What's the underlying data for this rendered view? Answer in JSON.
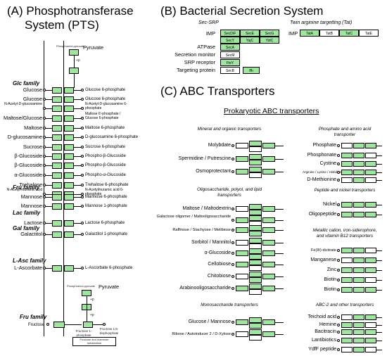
{
  "panelA": {
    "title_line1": "(A) Phosphotransferase",
    "title_line2": "System (PTS)",
    "pyruvate": "Pyruvate",
    "pep_small": "Phosphoenol-pyruvate",
    "pep2": "Phosphoenol-pyruvate",
    "pyruvate2": "Pyruvate",
    "p": "+p",
    "fam_glc": "Glc family",
    "fam_fru": "Fru family",
    "fam_lac": "Lac family",
    "fam_gal": "Gal family",
    "fam_lasc": "L-Asc family",
    "fam_fru2": "Fru family",
    "rows": [
      {
        "left": "Glucose",
        "right": "Glucose 6-phosphate"
      },
      {
        "left": "Glucose",
        "right": "Glucose 6-phosphate"
      },
      {
        "left": "N-Acetyl-D-glucosamine",
        "right": "N-Acetyl-D-glucosamine 6-phosphate"
      },
      {
        "left": "Maltose/Glucose",
        "right": "Maltose 6'-phosphate / Glucose 6-phosphate"
      },
      {
        "left": "Maltose",
        "right": "Maltose 6-phosphate"
      },
      {
        "left": "D-glucosamine",
        "right": "D-glucosamine 6-phosphate"
      },
      {
        "left": "Sucrose",
        "right": "Sucrose 6-phosphate"
      },
      {
        "left": "β-Glucoside",
        "right": "Phospho-β-Glucoside"
      },
      {
        "left": "β-Glucoside",
        "right": "Phospho-β-Glucoside"
      },
      {
        "left": "α-Glucoside",
        "right": "Phospho-α-Glucoside"
      },
      {
        "left": "Trehalose",
        "right": "Trehalose 6-phosphate"
      },
      {
        "left": "N-Acetyl-muramic acid",
        "right": "N-Acetylmuramic acid 6-phosphate"
      },
      {
        "left": "Mannose",
        "right": "Mannose 6-phosphate"
      },
      {
        "left": "Mannose",
        "right": "Mannose 1-phosphate"
      },
      {
        "left": "Lactose",
        "right": "Lactose 6-phosphate"
      },
      {
        "left": "Galactitol",
        "right": "Galactitol 1-phosphate"
      },
      {
        "left": "L-Ascorbate",
        "right": "L-Ascorbate 6-phosphate"
      }
    ],
    "fructose": "Fructose",
    "fru1p": "Fructose 1-phosphate",
    "fru16": "Fructose 1,6-bisphosphate",
    "fru_box": "Fructose and mannose metabolism"
  },
  "panelB": {
    "title": "(B) Bacterial Secretion System",
    "secsrp": "Sec-SRP",
    "tat": "Twin arginine targetting (Tat)",
    "rows": [
      "IMP",
      "ATPase",
      "Secretion monitor",
      "SRP receptor",
      "Targeting protein"
    ],
    "imp_label": "IMP",
    "imp_boxes": [
      "SecD/F",
      "SecE",
      "SecG",
      "SecY",
      "YajC",
      "YidC"
    ],
    "atpase_box": "SecA",
    "secm_box": "SecM",
    "srp_box": "FtsY",
    "target_boxes": [
      "SecB",
      "ffh"
    ],
    "tat_boxes": [
      "TatA",
      "TatB",
      "TatC",
      "TatE"
    ]
  },
  "panelC": {
    "title": "(C) ABC Transporters",
    "subtitle": "Prokaryotic ABC transporters",
    "sections": {
      "mineral": "Mineral and organic transporters",
      "oligo1": "Oligosaccharide, polyol, and lipid",
      "oligo2": "transporters",
      "mono": "Monosaccharide transporters",
      "phos1": "Phosphate and amino acid",
      "phos2": "transporter",
      "pept": "Peptide and nickel transporters",
      "metal1": "Metallic cation, iron-siderophore,",
      "metal2": "and vitamin B12 transporters",
      "abc2": "ABC-2 and other transporters"
    },
    "left_rows": [
      "Molybdate",
      "Spermidine / Putrescine",
      "Osmoprotectant",
      "Maltose / Maltodextrin",
      "Galactose oligomer / Maltooligosaccharide",
      "Raffinose / Stachyose / Melibiose",
      "Sorbitol / Mannitol",
      "α-Glucoside",
      "Cellobiose",
      "Chitobiose",
      "Arabinooligosaccharide",
      "Glucose / Mannose",
      "Ribose / Autoinducer 2 / D-Xylose"
    ],
    "right_rows": [
      "Phosphate",
      "Phosphonate",
      "Cystine",
      "Arginine / Lysine / Histidine",
      "D-Methionine",
      "Nickel",
      "Oligopeptide",
      "Fe(III) dicitrate",
      "Manganese",
      "Zinc",
      "Biotin",
      "Biotin",
      "Teichoid acid",
      "Hemine",
      "Bacitracin",
      "Lantibiotics",
      "YdfF peptide"
    ]
  }
}
